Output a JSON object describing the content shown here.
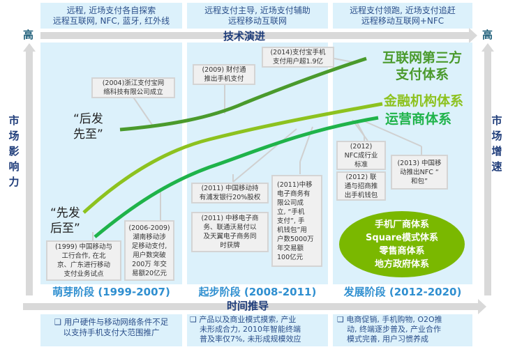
{
  "top_notes": [
    {
      "line1": "远程, 近场支付各自探索",
      "line2": "远程互联网, NFC, 蓝牙, 红外线"
    },
    {
      "line1": "远程支付主导, 近场支付辅助",
      "line2": "远程移动互联网"
    },
    {
      "line1": "远程支付领跑, 近场支付追赶",
      "line2": "远程移动互联网+NFC"
    }
  ],
  "axes": {
    "top_bar_title": "技术演进",
    "bottom_bar_title": "时间推导",
    "left_high": "高",
    "right_high": "高",
    "left_axis": "市场影响力",
    "right_axis": "市场增速"
  },
  "quotes": {
    "late_first": {
      "line1": "“后发",
      "line2": "先至”"
    },
    "early_late": {
      "line1": "“先发",
      "line2": "后至”"
    }
  },
  "systems": {
    "internet": {
      "line1": "互联网第三方",
      "line2": "支付体系",
      "color": "#4a9a2c"
    },
    "finance": {
      "label": "金融机构体系",
      "color": "#8dc21f"
    },
    "operator": {
      "label": "运营商体系",
      "color": "#1fb34a"
    }
  },
  "callouts": [
    {
      "id": "c2004",
      "lines": [
        "(2004)浙江支付宝网",
        "络科技有限公司成立"
      ]
    },
    {
      "id": "c2009",
      "lines": [
        "(2009) 财付通",
        "推出手机支付"
      ]
    },
    {
      "id": "c2014",
      "lines": [
        "(2014)支付宝手机",
        "支付用户超1.9亿"
      ]
    },
    {
      "id": "c1999",
      "lines": [
        "(1999) 中国移动与",
        "工行合作, 在北",
        "京、广东进行移动",
        "支付业务试点"
      ]
    },
    {
      "id": "c2006",
      "lines": [
        "(2006-2009)",
        "湖南移动涉",
        "足移动支付,",
        "用户数突破",
        "200万 年交",
        "易额20亿元"
      ]
    },
    {
      "id": "c2011a",
      "lines": [
        "(2011) 中国移动持",
        "有浦发银行20%股权"
      ]
    },
    {
      "id": "c2011b",
      "lines": [
        "(2011) 中移电子商",
        "务、联通沃易付以",
        "及天翼电子商务同",
        "时获牌"
      ]
    },
    {
      "id": "c2011c",
      "lines": [
        "(2011)中移",
        "电子商务有",
        "限公司成",
        "立, “手机",
        "支付”, 手",
        "机钱包”用",
        "户数5000万",
        "年交易额",
        "100亿元"
      ]
    },
    {
      "id": "c2012a",
      "lines": [
        "(2012)",
        "NFC成行业",
        "标准"
      ]
    },
    {
      "id": "c2012b",
      "lines": [
        "(2012) 联",
        "通与招商推",
        "出手机钱包"
      ]
    },
    {
      "id": "c2013",
      "lines": [
        "(2013) 中国移",
        "动推出NFC “",
        "和包”"
      ]
    }
  ],
  "ellipse": {
    "lines": [
      "手机厂商体系",
      "Square模式体系",
      "零售商体系",
      "地方政府体系"
    ],
    "color": "#7ab800"
  },
  "stages": [
    {
      "label": "萌芽阶段 (1999-2007)"
    },
    {
      "label": "起步阶段 (2008-2011)"
    },
    {
      "label": "发展阶段 (2012-2020)"
    }
  ],
  "bottom_notes": [
    {
      "lines": [
        "❑ 用户硬件与移动网络条件不足",
        "以支持手机支付大范围推广"
      ]
    },
    {
      "lines": [
        "❑ 产品以及商业模式摸索, 产业",
        "未形成合力, 2010年智能终端",
        "普及率仅7%, 未形成规模效应"
      ]
    },
    {
      "lines": [
        "❑ 电商促销, 手机购物, O2O推",
        "动, 终端逐步普及, 产业合作",
        "模式完善, 用户习惯养成"
      ]
    }
  ],
  "colors": {
    "panel_bg": "#dcf1fb",
    "axis_bar": "#d9d9d9",
    "axis_text": "#1f3d7a",
    "stage_text": "#2f8fd0"
  }
}
